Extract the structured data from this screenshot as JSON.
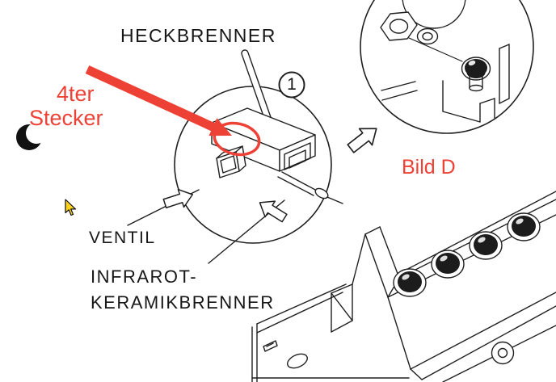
{
  "page": {
    "background": "#ffffff"
  },
  "colors": {
    "line": "#1f1f1f",
    "accent_red": "#ee4136",
    "cursor_yellow": "#ffd21e",
    "knob_dark": "#1c1c1c"
  },
  "labels": {
    "heckbrenner": "HECKBRENNER",
    "ventil": "VENTIL",
    "infrarot_line1": "INFRAROT-",
    "infrarot_line2": "KERAMIKBRENNER",
    "stecker_line1": "4ter",
    "stecker_line2": "Stecker",
    "bild_d": "Bild D",
    "detail_marker": "1"
  },
  "icons": {
    "cursor_icon": "yellow-arrow-pointer",
    "highlight": "red-ellipse-annotation",
    "pointer_annotation": "red-arrow-annotation"
  }
}
